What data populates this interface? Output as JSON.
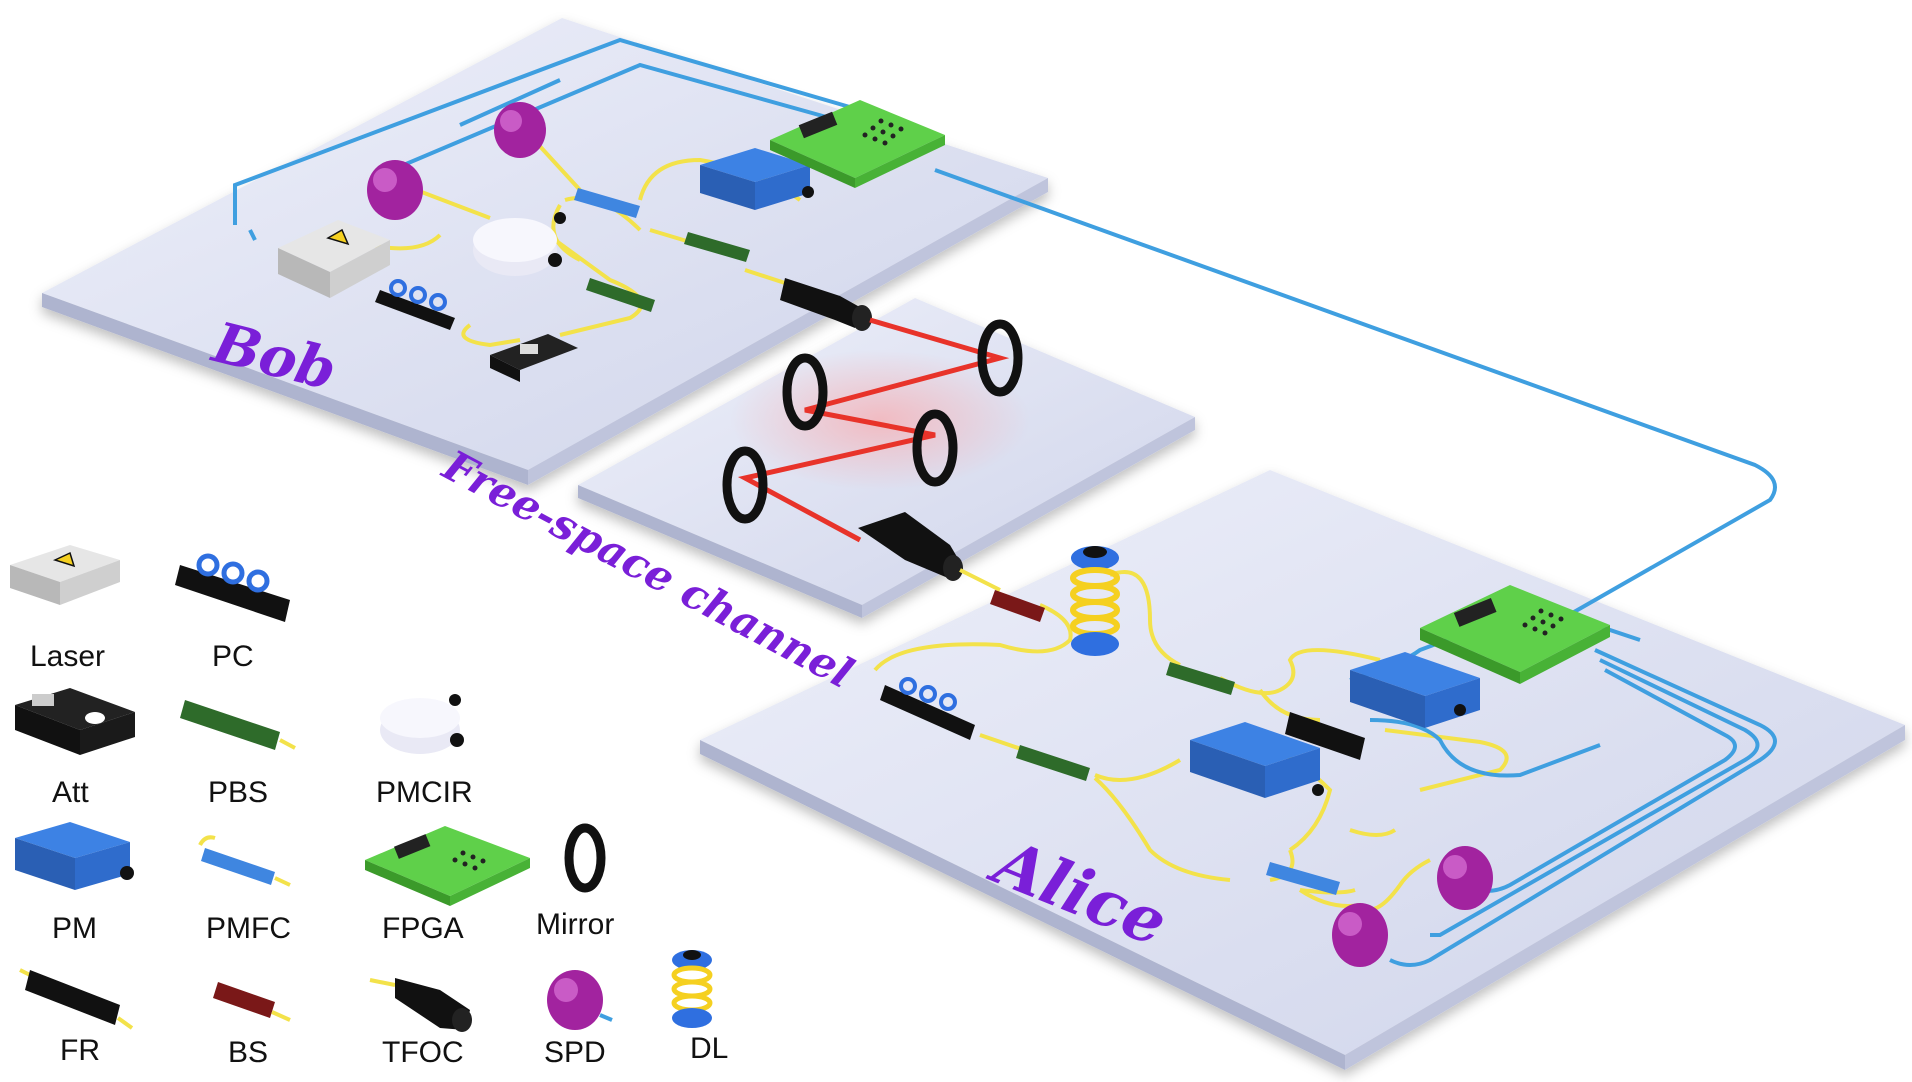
{
  "labels": {
    "bob": "Bob",
    "alice": "Alice",
    "channel": "Free-space channel"
  },
  "legend": [
    {
      "key": "laser",
      "label": "Laser"
    },
    {
      "key": "pc",
      "label": "PC"
    },
    {
      "key": "att",
      "label": "Att"
    },
    {
      "key": "pbs",
      "label": "PBS"
    },
    {
      "key": "pmcir",
      "label": "PMCIR"
    },
    {
      "key": "pm",
      "label": "PM"
    },
    {
      "key": "pmfc",
      "label": "PMFC"
    },
    {
      "key": "fpga",
      "label": "FPGA"
    },
    {
      "key": "mirror",
      "label": "Mirror"
    },
    {
      "key": "fr",
      "label": "FR"
    },
    {
      "key": "bs",
      "label": "BS"
    },
    {
      "key": "tfoc",
      "label": "TFOC"
    },
    {
      "key": "spd",
      "label": "SPD"
    },
    {
      "key": "dl",
      "label": "DL"
    }
  ],
  "colors": {
    "board": "#dde1f2",
    "fiber_pm": "#f3e24a",
    "fiber_sm": "#3f9fe0",
    "laser_beam": "#e8332a",
    "title": "#7a1fd8",
    "pm": "#2a6fd6",
    "fpga": "#5fd04a",
    "pbs": "#2e6b2a",
    "spd": "#a2239f",
    "bs": "#7a1818"
  }
}
